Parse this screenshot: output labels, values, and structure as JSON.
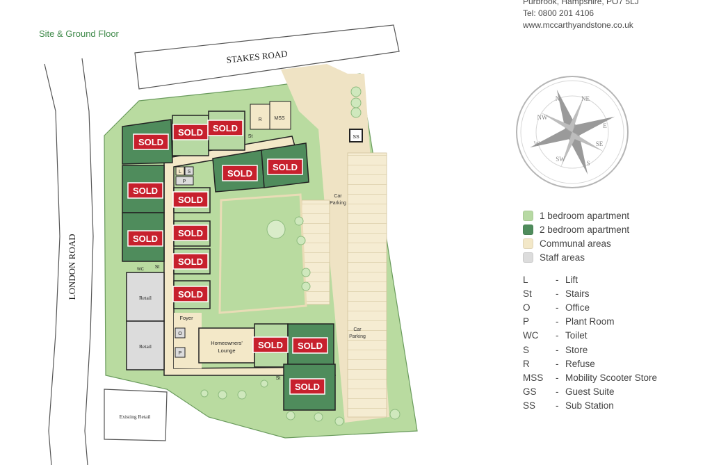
{
  "header": {
    "address_line": "Purbrook, Hampshire, PO7 5LJ",
    "tel": "Tel: 0800 201 4106",
    "website": "www.mccarthyandstone.co.uk"
  },
  "site_title": "Site & Ground Floor",
  "roads": {
    "north": "STAKES ROAD",
    "west": "LONDON ROAD"
  },
  "sold_label": "SOLD",
  "rooms": {
    "lift": "L",
    "store": "S",
    "plant": "P",
    "refuse": "R",
    "mss": "MSS",
    "stairs": "St",
    "office": "O",
    "wc": "WC",
    "sub_station": "SS",
    "retail": "Retail",
    "existing_retail": "Existing Retail",
    "foyer": "Foyer",
    "lounge_line1": "Homeowners'",
    "lounge_line2": "Lounge",
    "car_parking_line1": "Car",
    "car_parking_line2": "Parking"
  },
  "compass": {
    "n": "N",
    "ne": "NE",
    "e": "E",
    "se": "SE",
    "s": "S",
    "sw": "SW",
    "w": "W",
    "nw": "NW"
  },
  "legend": [
    {
      "label": "1 bedroom apartment",
      "color": "#b7d9a3"
    },
    {
      "label": "2 bedroom apartment",
      "color": "#4f8c5c"
    },
    {
      "label": "Communal areas",
      "color": "#f3e8c8"
    },
    {
      "label": "Staff areas",
      "color": "#dcdcdc"
    }
  ],
  "abbreviations": [
    {
      "code": "L",
      "meaning": "Lift"
    },
    {
      "code": "St",
      "meaning": "Stairs"
    },
    {
      "code": "O",
      "meaning": "Office"
    },
    {
      "code": "P",
      "meaning": "Plant Room"
    },
    {
      "code": "WC",
      "meaning": "Toilet"
    },
    {
      "code": "S",
      "meaning": "Store"
    },
    {
      "code": "R",
      "meaning": "Refuse"
    },
    {
      "code": "MSS",
      "meaning": "Mobility Scooter Store"
    },
    {
      "code": "GS",
      "meaning": "Guest Suite"
    },
    {
      "code": "SS",
      "meaning": "Sub Station"
    }
  ],
  "colors": {
    "grass": "#b9dba0",
    "one_bed": "#b7d9a3",
    "two_bed": "#4f8c5c",
    "communal": "#f3e8c8",
    "staff": "#dcdcdc",
    "sold": "#c7202d",
    "title_green": "#3f8a4a"
  }
}
